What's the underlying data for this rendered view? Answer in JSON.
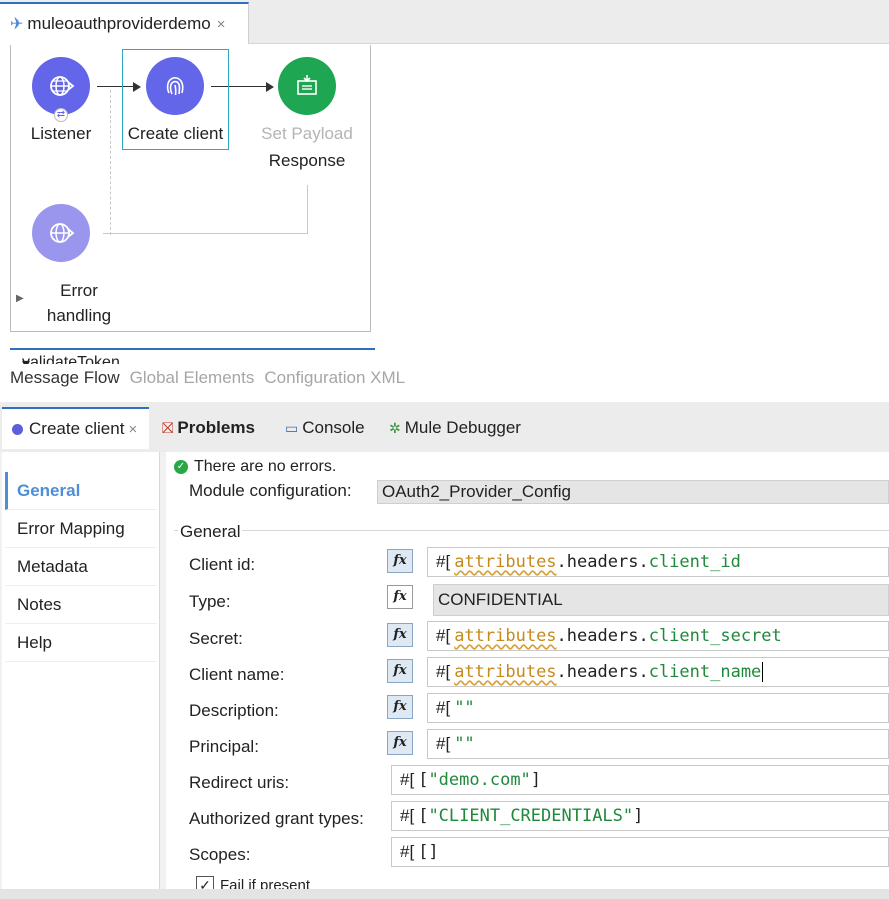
{
  "editor": {
    "tab_title": "muleoauthproviderdemo",
    "close_glyph": "×"
  },
  "flow": {
    "listener_label": "Listener",
    "create_client_label": "Create client",
    "set_payload_label": "Set Payload",
    "response_label": "Response",
    "error_label_1": "Error",
    "error_label_2": "handling",
    "second_flow_label": "validateToken",
    "icons": [
      "globe-icon",
      "fingerprint-icon",
      "set-payload-icon"
    ],
    "colors": {
      "listener": "#6366e8",
      "create_client": "#6366e8",
      "set_payload": "#1ea653",
      "error_handler": "#9a96ee",
      "selection": "#2fa9c0"
    }
  },
  "editor_bottom_tabs": [
    "Message Flow",
    "Global Elements",
    "Configuration XML"
  ],
  "panel": {
    "tabs": {
      "create_client": "Create client",
      "problems": "Problems",
      "console": "Console",
      "debugger": "Mule Debugger"
    },
    "nav": [
      "General",
      "Error Mapping",
      "Metadata",
      "Notes",
      "Help"
    ],
    "status": "There are no errors.",
    "module_config_label": "Module configuration:",
    "module_config_value": "OAuth2_Provider_Config",
    "group_title": "General",
    "fields": {
      "client_id": {
        "label": "Client id:",
        "prefix": "#[",
        "kw": "attributes",
        "dot1": ".",
        "mid": "headers",
        "dot2": ".",
        "field": "client_id"
      },
      "type": {
        "label": "Type:",
        "value": "CONFIDENTIAL"
      },
      "secret": {
        "label": "Secret:",
        "prefix": "#[",
        "kw": "attributes",
        "dot1": ".",
        "mid": "headers",
        "dot2": ".",
        "field": "client_secret"
      },
      "client_name": {
        "label": "Client name:",
        "prefix": "#[",
        "kw": "attributes",
        "dot1": ".",
        "mid": "headers",
        "dot2": ".",
        "field": "client_name"
      },
      "description": {
        "label": "Description:",
        "prefix": "#[",
        "value": "\"\""
      },
      "principal": {
        "label": "Principal:",
        "prefix": "#[",
        "value": "\"\""
      },
      "redirect_uris": {
        "label": "Redirect uris:",
        "prefix": "#[",
        "open": "[",
        "value": "\"demo.com\"",
        "close": "]"
      },
      "grant_types": {
        "label": "Authorized grant types:",
        "prefix": "#[",
        "open": "[",
        "value": "\"CLIENT_CREDENTIALS\"",
        "close": "]"
      },
      "scopes": {
        "label": "Scopes:",
        "prefix": "#[",
        "value": "[]"
      },
      "fail_if_present": {
        "label": "Fail if present",
        "checked": true
      }
    },
    "fx_label": "fx"
  }
}
